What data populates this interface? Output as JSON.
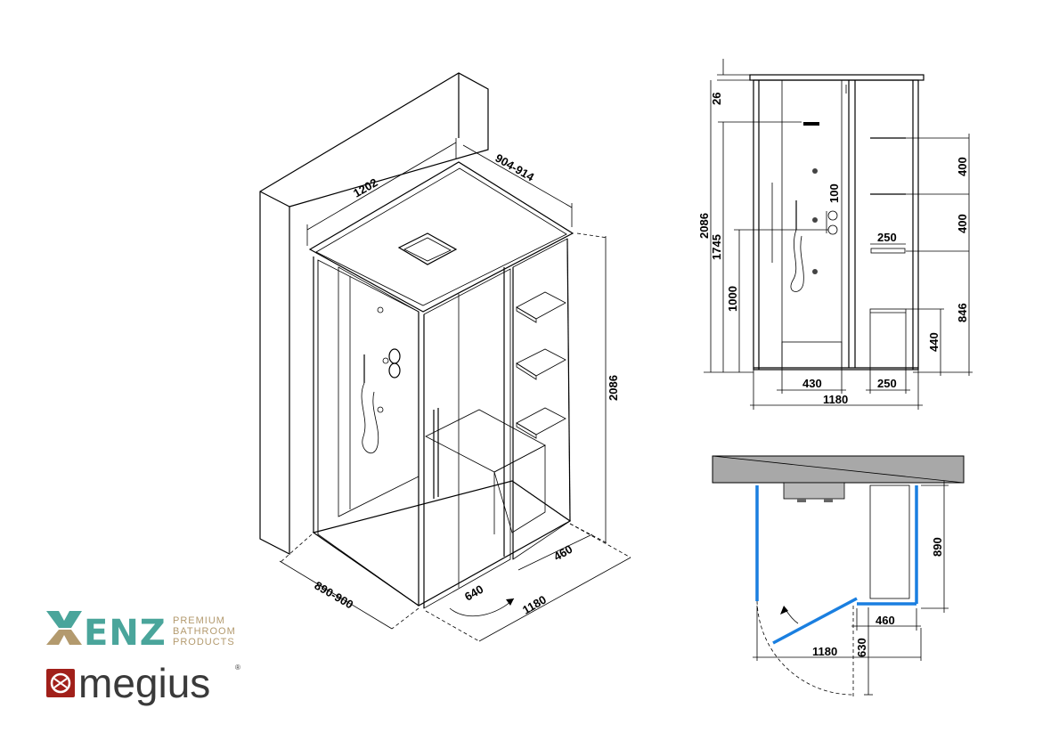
{
  "iso_view": {
    "dims": {
      "width": "1202",
      "depth": "904-914",
      "height": "2086",
      "front_depth": "890-900",
      "door": "640",
      "length": "1180",
      "bench": "460"
    }
  },
  "front_elevation": {
    "dims": {
      "roof": "26",
      "total_height": "2086",
      "shower_head": "1745",
      "mixer": "1000",
      "spacing_100": "100",
      "shelf_400_a": "400",
      "shelf_400_b": "400",
      "shelf_depth": "250",
      "bench_top": "846",
      "bench_height": "440",
      "door_width": "430",
      "bench_width": "250",
      "total_width": "1180"
    }
  },
  "plan_view": {
    "dims": {
      "depth": "890",
      "bench": "460",
      "swing": "630",
      "width": "1180"
    },
    "colors": {
      "glass": "#1a7fe0",
      "wall": "#a8a8a8"
    }
  },
  "brands": {
    "xenz": {
      "letters": "ENZ",
      "lines": [
        "PREMIUM",
        "BATHROOM",
        "PRODUCTS"
      ],
      "color": "#4aa59b",
      "accent": "#b39a6e"
    },
    "megius": {
      "name": "megius",
      "mark": "®",
      "color": "#a1201a"
    }
  }
}
